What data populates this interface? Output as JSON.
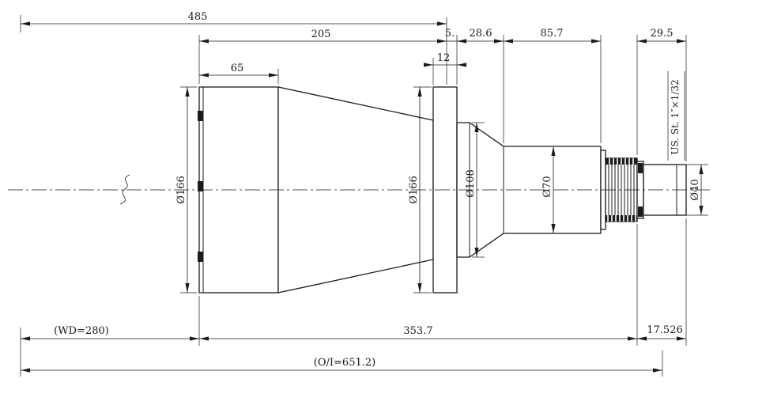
{
  "drawing": {
    "kind": "lens-mechanical-outline-drawing",
    "dims": {
      "d485": "485",
      "d205": "205",
      "d65": "65",
      "d5": "5.",
      "d28_6": "28.6",
      "d85_7": "85.7",
      "d29_5": "29.5",
      "d12": "12",
      "dia166_front": "Ø166",
      "dia166_flange": "Ø166",
      "dia108": "Ø108",
      "dia70": "Ø70",
      "dia40": "Ø40",
      "thread": "US. St. 1″×1/32",
      "wd": "(WD=280)",
      "d353_7": "353.7",
      "d17_526": "17.526",
      "oi": "(O/I=651.2)"
    }
  }
}
